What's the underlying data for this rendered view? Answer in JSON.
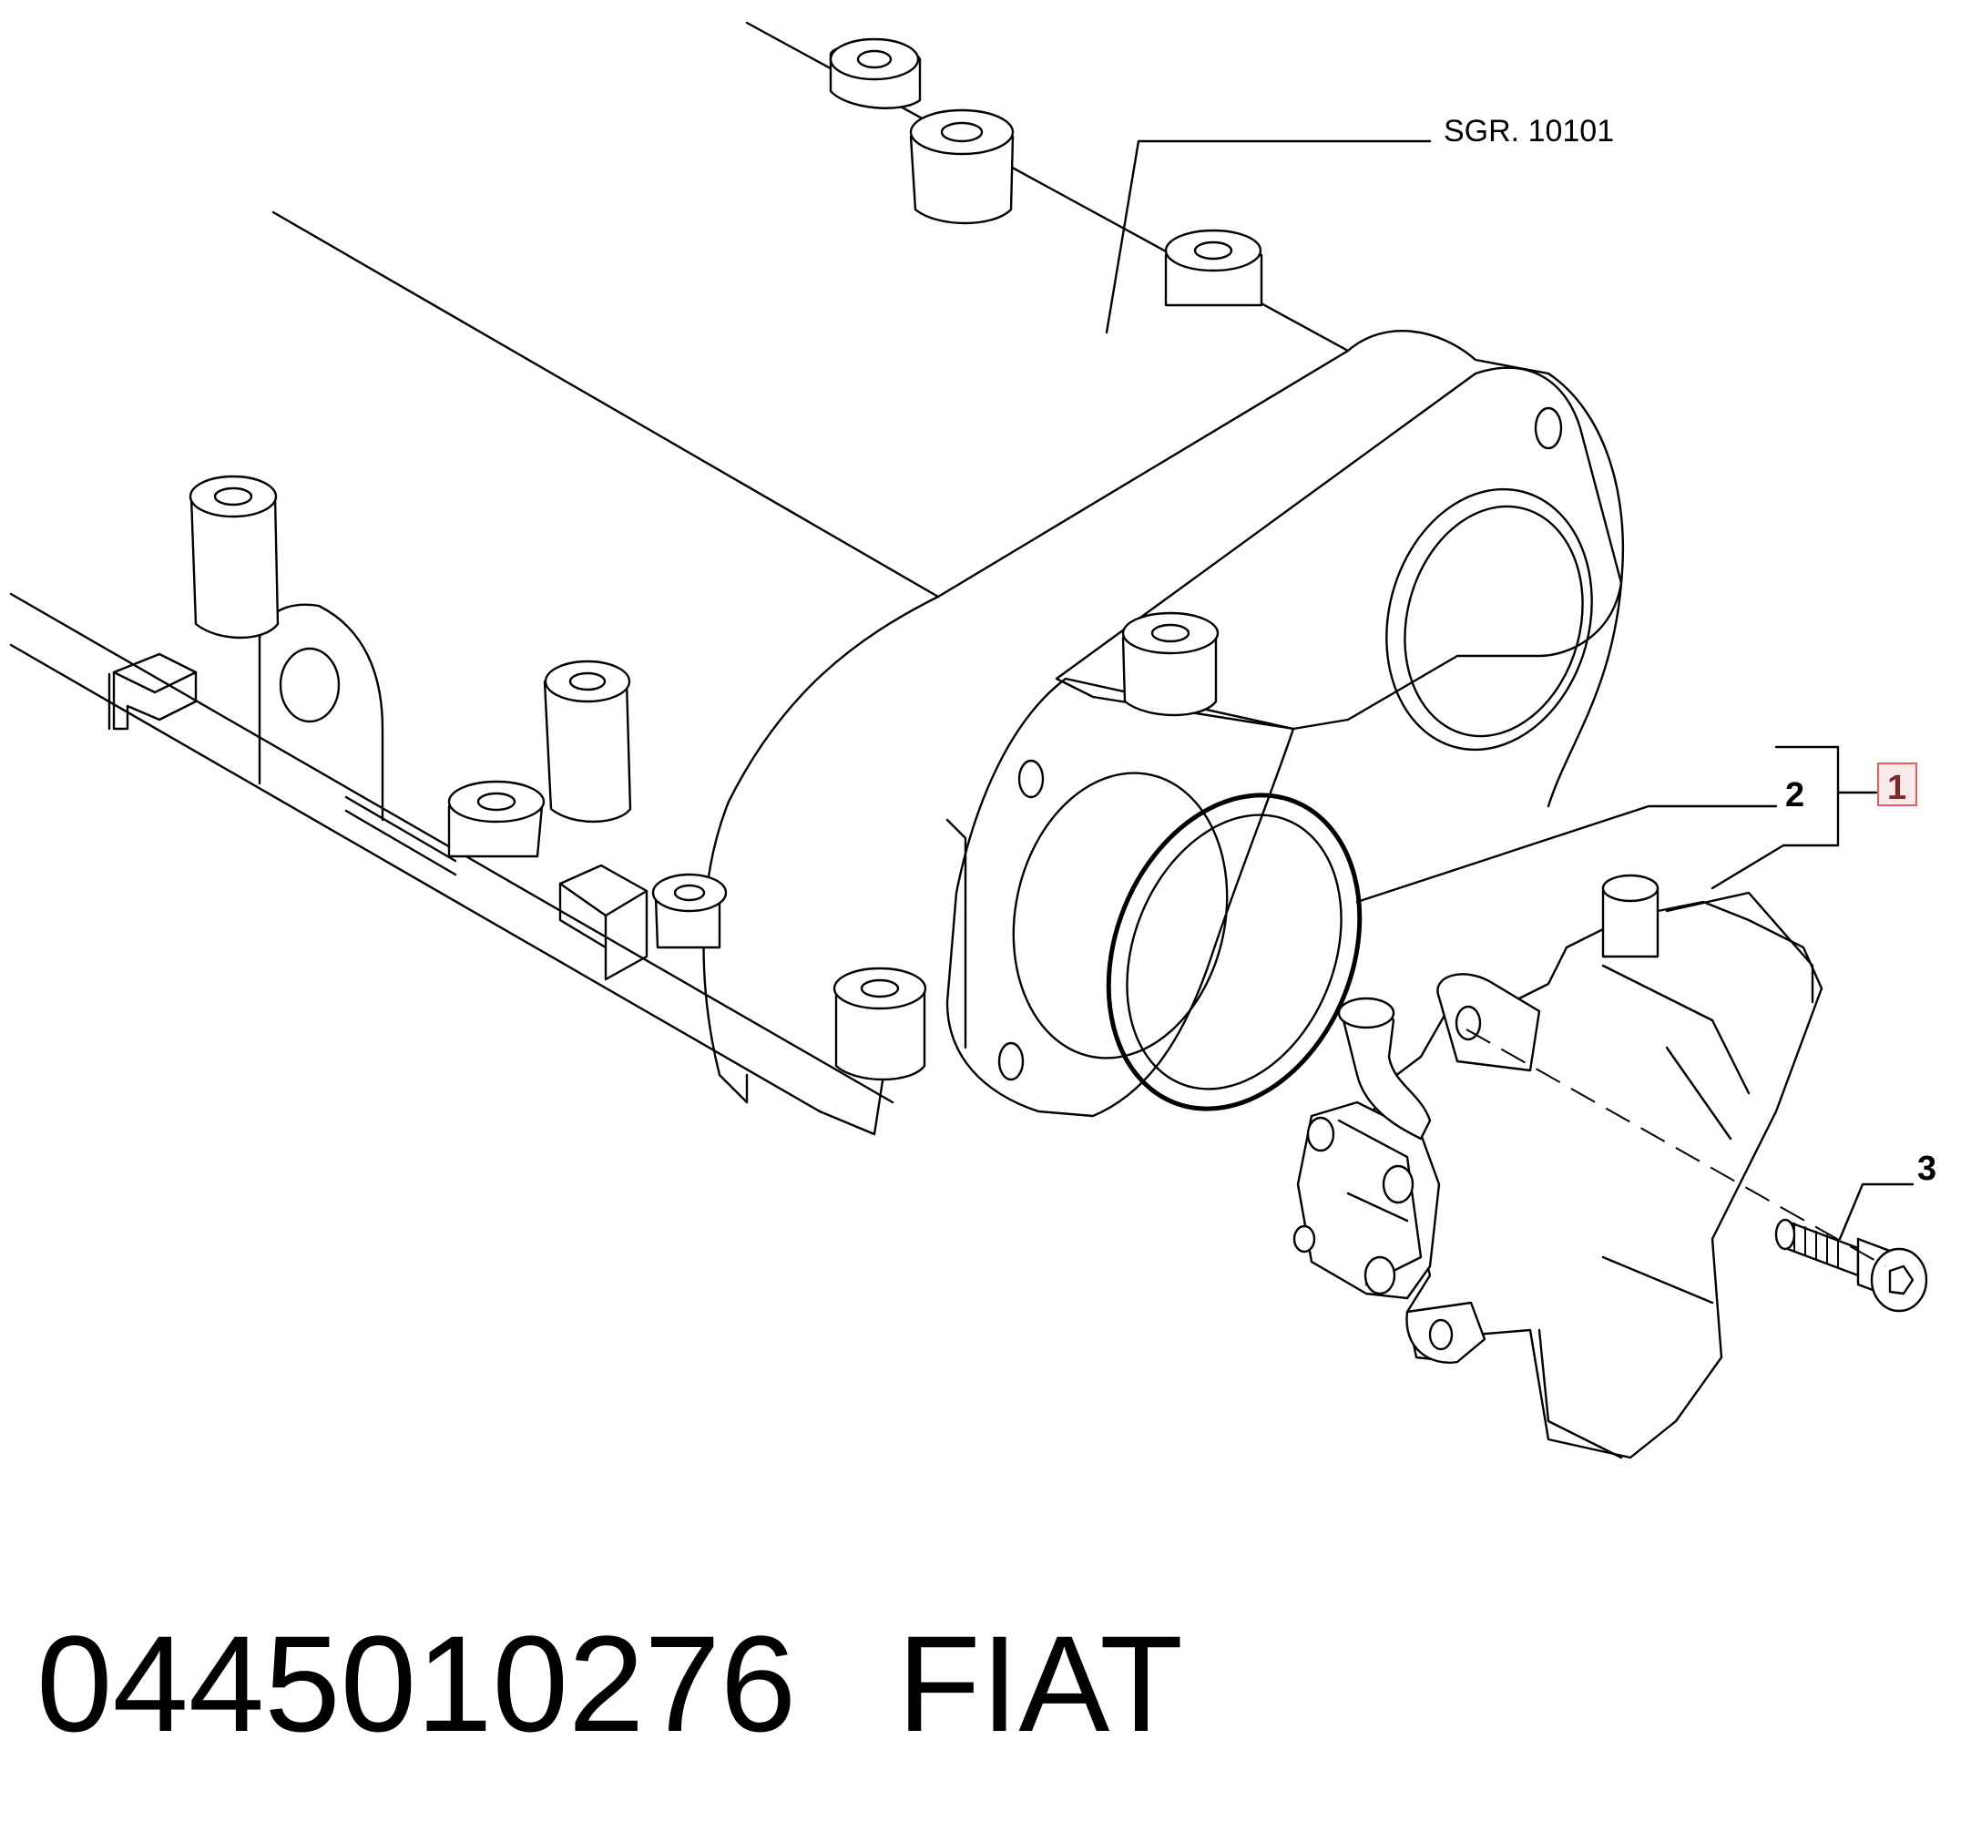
{
  "reference_label": "SGR. 10101",
  "callouts": {
    "item_1": "1",
    "item_2": "2",
    "item_3": "3"
  },
  "caption": {
    "part_number": "0445010276",
    "brand": "FIAT"
  },
  "colors": {
    "line": "#000000",
    "highlight_box_border": "#e06060",
    "highlight_box_fill": "#fbeaea"
  }
}
